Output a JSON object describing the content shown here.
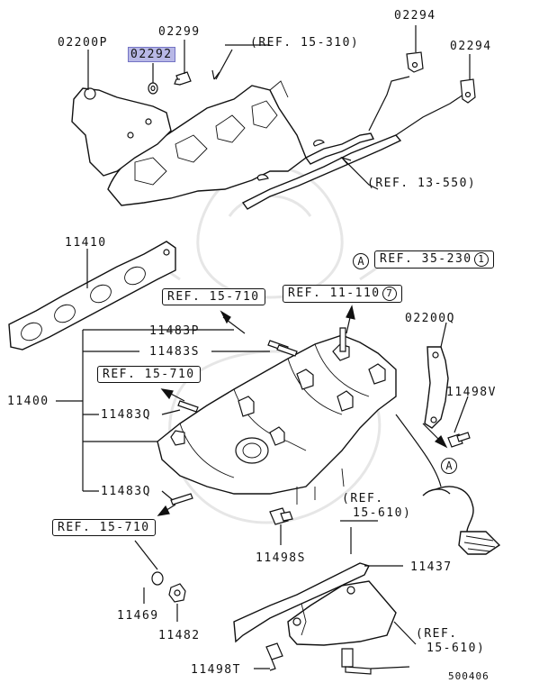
{
  "parts": {
    "p02200P": "02200P",
    "p02299": "02299",
    "p02292": "02292",
    "p02294a": "02294",
    "p02294b": "02294",
    "p11410": "11410",
    "p11483P": "11483P",
    "p11483S": "11483S",
    "p11400": "11400",
    "p11483Q_a": "11483Q",
    "p11483Q_b": "11483Q",
    "p02200Q": "02200Q",
    "p11498V": "11498V",
    "p11498S": "11498S",
    "p11437": "11437",
    "p11469": "11469",
    "p11482": "11482",
    "p11498T": "11498T"
  },
  "refs": {
    "r15_310": "(REF. 15-310)",
    "r13_550": "(REF. 13-550)",
    "r35_230": "REF. 35-230",
    "r35_230_circle": "1",
    "r15_710_a": "REF. 15-710",
    "r11_110": "REF. 11-110",
    "r11_110_circle": "7",
    "r15_710_b": "REF. 15-710",
    "r15_710_c": "REF. 15-710",
    "r15_610_a_1": "(REF.",
    "r15_610_a_2": "15-610)",
    "r15_610_b_1": "(REF.",
    "r15_610_b_2": "15-610)"
  },
  "markers": {
    "a_top": "A",
    "a_bottom": "A"
  },
  "diagram_code": "500406",
  "colors": {
    "highlight": "#b8b8e6",
    "line": "#111111",
    "watermark": "#e6e6e6"
  }
}
